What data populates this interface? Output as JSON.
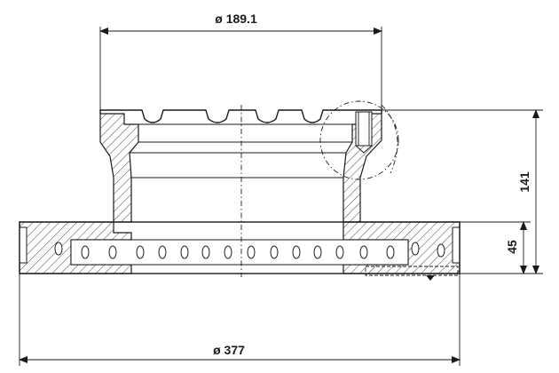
{
  "drawing": {
    "dimensions": {
      "top_diameter": "ø 189.1",
      "bottom_diameter": "ø 377",
      "overall_height": "141",
      "disc_height": "45"
    }
  }
}
